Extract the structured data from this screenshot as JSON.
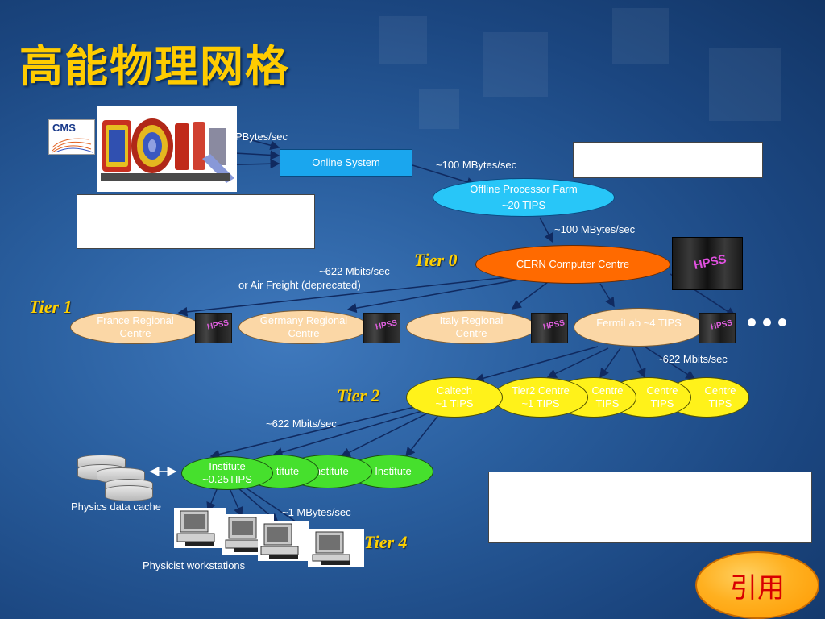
{
  "slide_title": "高能物理网格",
  "button_label": "引用",
  "labels": {
    "pbytes": "PBytes/sec",
    "online_system": "Online System",
    "offline_rate": "~100 MBytes/sec",
    "offline_farm": "Offline Processor Farm",
    "offline_tips": "~20 TIPS",
    "cern_rate": "~100 MBytes/sec",
    "cern_centre": "CERN Computer Centre",
    "tier0_link": "~622 Mbits/sec",
    "air_freight": "or Air Freight (deprecated)",
    "tier1_link": "~622 Mbits/sec",
    "tier2_link": "~622 Mbits/sec",
    "tier4_link": "~1 MBytes/sec",
    "physics_cache": "Physics data cache",
    "workstations": "Physicist workstations",
    "hpss": "HPSS",
    "cms": "CMS"
  },
  "tiers": {
    "t0": "Tier 0",
    "t1": "Tier 1",
    "t2": "Tier 2",
    "t4": "Tier 4"
  },
  "tier1_nodes": [
    {
      "line1": "France Regional",
      "line2": "Centre"
    },
    {
      "line1": "Germany Regional",
      "line2": "Centre"
    },
    {
      "line1": "Italy Regional",
      "line2": "Centre"
    },
    {
      "line1": "FermiLab ~4 TIPS",
      "line2": ""
    }
  ],
  "tier2_nodes": [
    {
      "line1": "Caltech",
      "line2": "~1 TIPS"
    },
    {
      "line1": "Tier2 Centre",
      "line2": "~1 TIPS"
    },
    {
      "line1": "Centre",
      "line2": "TIPS"
    },
    {
      "line1": "Centre",
      "line2": "TIPS"
    },
    {
      "line1": "Centre",
      "line2": "TIPS"
    }
  ],
  "institutes": [
    {
      "line1": "Institute",
      "line2": "~0.25TIPS"
    },
    {
      "line1": "titute",
      "line2": ""
    },
    {
      "line1": "Institute",
      "line2": ""
    },
    {
      "line1": "Institute",
      "line2": ""
    }
  ],
  "colors": {
    "title": "#ffcc00",
    "tier": "#ffd000",
    "cern": "#ff6a00",
    "online": "#1aa6ee",
    "farm": "#28c6f8",
    "peach": "#fbd7a6",
    "yellow": "#fff21a",
    "green": "#46e02d",
    "button": "#ff9900"
  }
}
